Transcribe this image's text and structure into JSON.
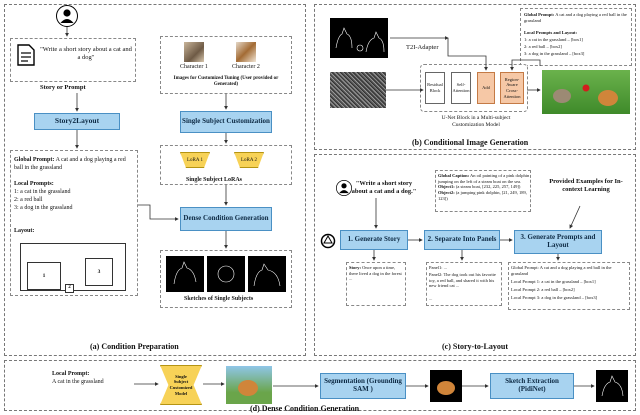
{
  "panel_a": {
    "caption": "(a) Condition Preparation",
    "quote": "\"Write a short story about a cat and a dog\"",
    "story_or_prompt": "Story or Prompt",
    "story2layout": "Story2Layout",
    "global_prompt_label": "Global Prompt:",
    "global_prompt_text": "A cat and a dog playing a red ball in the grassland",
    "local_prompts_label": "Local Prompts:",
    "local_prompts": [
      "1: a cat in the grassland",
      "2: a red ball",
      "3: a dog in the grassland"
    ],
    "layout_label": "Layout:",
    "layout_boxes": [
      "1",
      "2",
      "3"
    ],
    "character1": "Character 1",
    "character2": "Character 2",
    "images_caption": "Images for Customized Tuning (User provided or Generated)",
    "single_subject_customization": "Single Subject Customization",
    "lora1": "LoRA 1",
    "lora2": "LoRA 2",
    "single_subject_loras": "Single Subject LoRAs",
    "dense_condition_generation": "Dense Condition Generation",
    "sketches_caption": "Sketches of Single Subjects"
  },
  "panel_b": {
    "caption": "(b) Conditional Image Generation",
    "t2i_adapter": "T2I-Adapter",
    "global_prompt_label": "Global Prompt:",
    "global_prompt_text": "A cat and a dog playing a red ball in the grassland",
    "local_prompts_label": "Local Prompts and Layout:",
    "local_prompts": [
      "1: a cat in the grassland – [box1]",
      "2: a red ball – [box2]",
      "3: a dog in the grassland – [box3]"
    ],
    "blocks": [
      "Residual Block",
      "Self-Attention",
      "Add",
      "Region-Aware Cross-Attention"
    ],
    "unet_caption": "U-Net Block in a Multi-subject Customization Model"
  },
  "panel_c": {
    "caption": "(c) Story-to-Layout",
    "quote": "\"Write a short story about a cat and a dog.\"",
    "example_global_label": "Global Caption:",
    "example_global_text": "An oil painting of a pink dolphin jumping on the left of a steam boat on the sea.",
    "example_obj1_label": "Object1:",
    "example_obj1_text": "(a steam boat, [232, 225, 257, 149])",
    "example_obj2_label": "Object2:",
    "example_obj2_text": "(a jumping pink dolphin, [21, 249, 189, 123])",
    "provided_examples": "Provided Examples for In-context Learning",
    "step1": "1. Generate Story",
    "step2": "2. Separate Into Panels",
    "step3": "3. Generate Prompts and Layout",
    "story_label": "Story:",
    "story_text": "Once upon a time, there lived a dog in the forest ...",
    "panels_text": [
      "Panel1: ...",
      "Panel2: The dog took out his favorite toy, a red ball, and shared it with his new friend cat ...",
      "..."
    ],
    "result_global": "Global Prompt: A cat and a dog playing a red ball in the grassland",
    "result_local": [
      "Local Prompt 1: a cat in the grassland – [box1]",
      "Local Prompt 2: a red ball – [box2]",
      "Local Prompt 3: a dog in the grassland – [box3]"
    ]
  },
  "panel_d": {
    "caption": "(d) Dense Condition Generation",
    "local_prompt_label": "Local Prompt:",
    "local_prompt_text": "A cat in the grassland",
    "model_label": "Single Subject Customized Model",
    "segmentation": "Segmentation (Grounding SAM )",
    "sketch": "Sketch Extraction (PidiNet)"
  },
  "colors": {
    "box_fill": "#a8d3f0",
    "lora": "#f7d257",
    "add": "#f6c8a6"
  }
}
